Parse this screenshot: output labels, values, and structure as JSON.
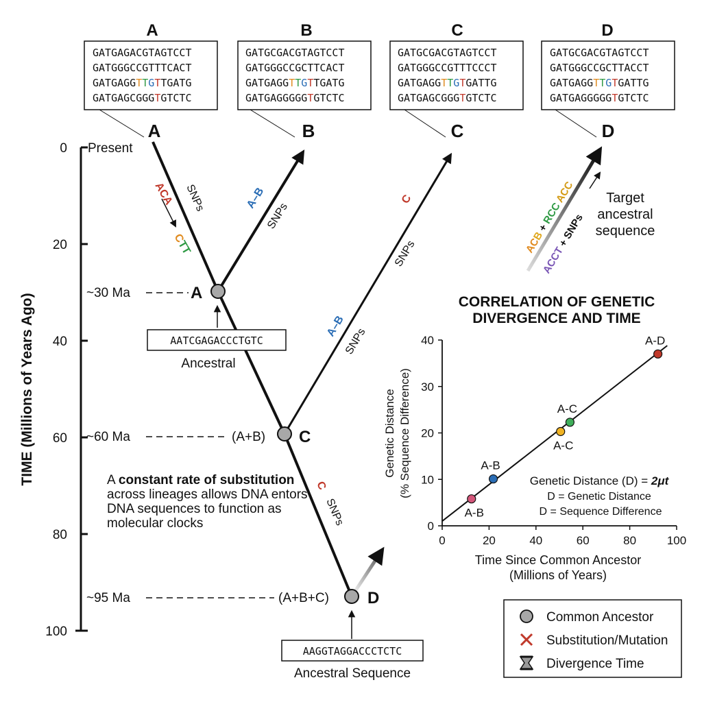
{
  "columns": [
    {
      "letter": "A",
      "seq": [
        [
          {
            "t": "GATGAGACGTAGTCCT"
          }
        ],
        [
          {
            "t": "GATGGGCCGTTTCACT"
          }
        ],
        [
          {
            "t": "GATGAGG"
          },
          {
            "t": "T",
            "c": "#e08a1e"
          },
          {
            "t": "T",
            "c": "#2f9a44"
          },
          {
            "t": "G",
            "c": "#2a6db5"
          },
          {
            "t": "T",
            "c": "#c0392b"
          },
          {
            "t": "TGATG"
          }
        ],
        [
          {
            "t": "GATGAGCGGG"
          },
          {
            "t": "T",
            "c": "#c0392b"
          },
          {
            "t": "GTCTC"
          }
        ]
      ]
    },
    {
      "letter": "B",
      "seq": [
        [
          {
            "t": "GATGCGACGTAGTCCT"
          }
        ],
        [
          {
            "t": "GATGGGCCGCTTCACT"
          }
        ],
        [
          {
            "t": "GATGAGG"
          },
          {
            "t": "T",
            "c": "#e08a1e"
          },
          {
            "t": "T",
            "c": "#2f9a44"
          },
          {
            "t": "G",
            "c": "#2a6db5"
          },
          {
            "t": "T",
            "c": "#c0392b"
          },
          {
            "t": "TGATG"
          }
        ],
        [
          {
            "t": "GATGAGGGGG"
          },
          {
            "t": "T",
            "c": "#c0392b"
          },
          {
            "t": "GTCTC"
          }
        ]
      ]
    },
    {
      "letter": "C",
      "seq": [
        [
          {
            "t": "GATGCGACGTAGTCCT"
          }
        ],
        [
          {
            "t": "GATGGGCCGTTTCCCT"
          }
        ],
        [
          {
            "t": "GATGAGG"
          },
          {
            "t": "T",
            "c": "#e08a1e"
          },
          {
            "t": "T",
            "c": "#2f9a44"
          },
          {
            "t": "G",
            "c": "#2a6db5"
          },
          {
            "t": "T",
            "c": "#c0392b"
          },
          {
            "t": "GATTG"
          }
        ],
        [
          {
            "t": "GATGAGCGGG"
          },
          {
            "t": "T",
            "c": "#c0392b"
          },
          {
            "t": "GTCTC"
          }
        ]
      ]
    },
    {
      "letter": "D",
      "seq": [
        [
          {
            "t": "GATGCGACGTAGTCCT"
          }
        ],
        [
          {
            "t": "GATGGGCCGCTTACCT"
          }
        ],
        [
          {
            "t": "GATGAGG"
          },
          {
            "t": "T",
            "c": "#e08a1e"
          },
          {
            "t": "T",
            "c": "#2f9a44"
          },
          {
            "t": "G",
            "c": "#2a6db5"
          },
          {
            "t": "T",
            "c": "#c0392b"
          },
          {
            "t": "GATTG"
          }
        ],
        [
          {
            "t": "GATGAGGGGG"
          },
          {
            "t": "T",
            "c": "#c0392b"
          },
          {
            "t": "GTCTC"
          }
        ]
      ]
    }
  ],
  "time_axis": {
    "title": "TIME (Millions of Years Ago)",
    "ticks": [
      "0",
      "20",
      "40",
      "60",
      "80",
      "100"
    ],
    "present_label": "Present"
  },
  "tree": {
    "tip_labels": [
      "A",
      "B",
      "C",
      "D"
    ],
    "nodes": [
      {
        "age_label": "~30 Ma",
        "node_letter": "A",
        "group": ""
      },
      {
        "age_label": "~60 Ma",
        "node_letter": "C",
        "group": "(A+B)"
      },
      {
        "age_label": "~95 Ma",
        "node_letter": "D",
        "group": "(A+B+C)"
      }
    ],
    "branch_labels": {
      "a_snps": "SNPs",
      "a_aca": "ACA",
      "a_ctt": "CTT",
      "b_ab": "A–B",
      "b_snps": "SNPs",
      "c_c": "C",
      "c_snps": "SNPs",
      "ab_ab": "A–B",
      "ab_snps": "SNPs",
      "lower_c": "C",
      "lower_snps": "SNPs"
    },
    "ancestral_box": "AATCGAGACCCTGTC",
    "ancestral_label": "Ancestral",
    "root_box": "AAGGTAGGACCCTCTC",
    "root_label": "Ancestral Sequence"
  },
  "d_annotation": {
    "line1": [
      {
        "t": "AC",
        "c": "#e08a1e"
      },
      {
        "t": "B",
        "c": "#e0a81e"
      },
      {
        "t": " + ",
        "c": "#111111"
      },
      {
        "t": "RCC",
        "c": "#2f9a44"
      },
      {
        "t": " ACC",
        "c": "#d49b16"
      }
    ],
    "line2": [
      {
        "t": "ACCT",
        "c": "#7a56b5"
      },
      {
        "t": " + SNPs",
        "c": "#111111"
      }
    ],
    "target_lines": [
      "Target",
      "ancestral",
      "sequence"
    ]
  },
  "note": {
    "pre": "A ",
    "bold": "constant rate of substitution",
    "post": " across lineages allows DNA entors DNA sequences to function as molecular clocks"
  },
  "chart_title_lines": [
    "CORRELATION OF GENETIC",
    "DIVERGENCE AND TIME"
  ],
  "chart_data": {
    "type": "scatter",
    "title": "CORRELATION OF GENETIC DIVERGENCE AND TIME",
    "xlabel_lines": [
      "Time Since Common Ancestor",
      "(Millions of Years)"
    ],
    "ylabel_lines": [
      "Genetic Distance",
      "(% Sequence Difference)"
    ],
    "xlim": [
      0,
      100
    ],
    "ylim": [
      0,
      40
    ],
    "xticks": [
      0,
      20,
      40,
      60,
      80,
      100
    ],
    "yticks": [
      0,
      10,
      20,
      30,
      40
    ],
    "points": [
      {
        "label": "A-B",
        "x": 12.5,
        "y": 5.8,
        "color": "#d4567a",
        "label_pos": "below"
      },
      {
        "label": "A-B",
        "x": 21.8,
        "y": 10.1,
        "color": "#2a6db5",
        "label_pos": "above"
      },
      {
        "label": "A-C",
        "x": 50.5,
        "y": 20.3,
        "color": "#f0b323",
        "label_pos": "below"
      },
      {
        "label": "A-C",
        "x": 54.5,
        "y": 22.3,
        "color": "#3fae5a",
        "label_pos": "above"
      },
      {
        "label": "A-D",
        "x": 92.0,
        "y": 37.0,
        "color": "#c0392b",
        "label_pos": "above"
      }
    ],
    "trend_line": {
      "x": [
        0,
        96
      ],
      "y": [
        1.0,
        38.8
      ]
    },
    "formula_label": "Genetic Distance (D) = ",
    "formula_expr": "2μt",
    "formula_lines": [
      "D = Genetic Distance",
      "D = Sequence Difference"
    ]
  },
  "legend": {
    "items": [
      {
        "label": "Common Ancestor",
        "icon": "circle-icon"
      },
      {
        "label": "Substitution/Mutation",
        "icon": "cross-icon"
      },
      {
        "label": "Divergence Time",
        "icon": "hourglass-icon"
      }
    ]
  }
}
